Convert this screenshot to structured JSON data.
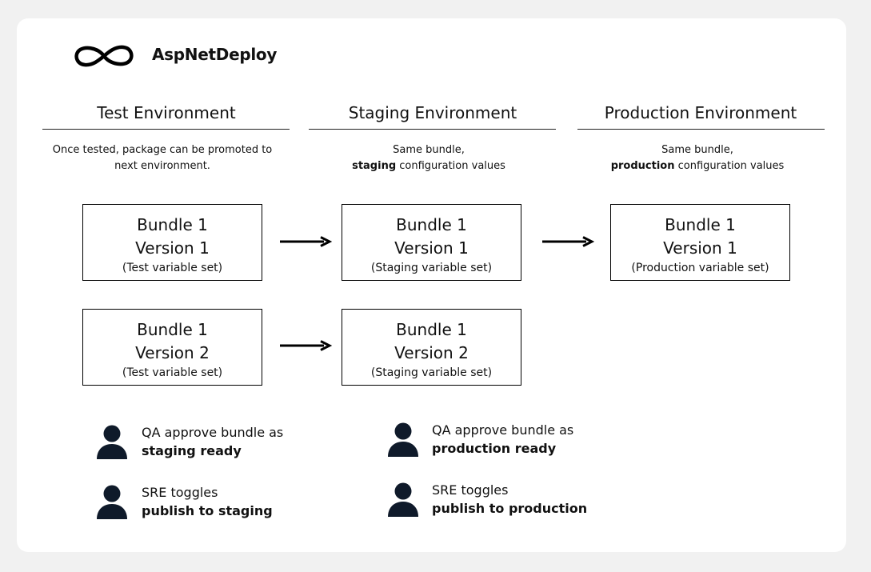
{
  "brand": {
    "name": "AspNetDeploy",
    "logo_icon": "infinity-icon"
  },
  "columns": [
    {
      "title": "Test Environment",
      "desc_line1": "Once tested, package can be promoted to",
      "desc_line2": "next environment.",
      "desc_bold": "",
      "desc_rest": ""
    },
    {
      "title": "Staging Environment",
      "desc_line1": "Same bundle,",
      "desc_bold": "staging",
      "desc_rest": " configuration values"
    },
    {
      "title": "Production Environment",
      "desc_line1": "Same bundle,",
      "desc_bold": "production",
      "desc_rest": " configuration values"
    }
  ],
  "boxes": [
    {
      "bundle": "Bundle 1",
      "version": "Version 1",
      "varset": "(Test variable set)"
    },
    {
      "bundle": "Bundle 1",
      "version": "Version 1",
      "varset": "(Staging variable set)"
    },
    {
      "bundle": "Bundle 1",
      "version": "Version 1",
      "varset": "(Production variable set)"
    },
    {
      "bundle": "Bundle 1",
      "version": "Version 2",
      "varset": "(Test variable set)"
    },
    {
      "bundle": "Bundle 1",
      "version": "Version 2",
      "varset": "(Staging variable set)"
    }
  ],
  "notes": [
    {
      "text": "QA approve bundle as",
      "bold": "staging ready",
      "icon": "person-icon"
    },
    {
      "text": "SRE toggles",
      "bold": "publish to staging",
      "icon": "person-icon"
    },
    {
      "text": "QA approve bundle as",
      "bold": "production ready",
      "icon": "person-icon"
    },
    {
      "text": "SRE toggles",
      "bold": "publish to production",
      "icon": "person-icon"
    }
  ],
  "colors": {
    "background": "#f1f1f1",
    "card": "#ffffff",
    "ink": "#111111",
    "person_icon": "#0f1a2a"
  }
}
